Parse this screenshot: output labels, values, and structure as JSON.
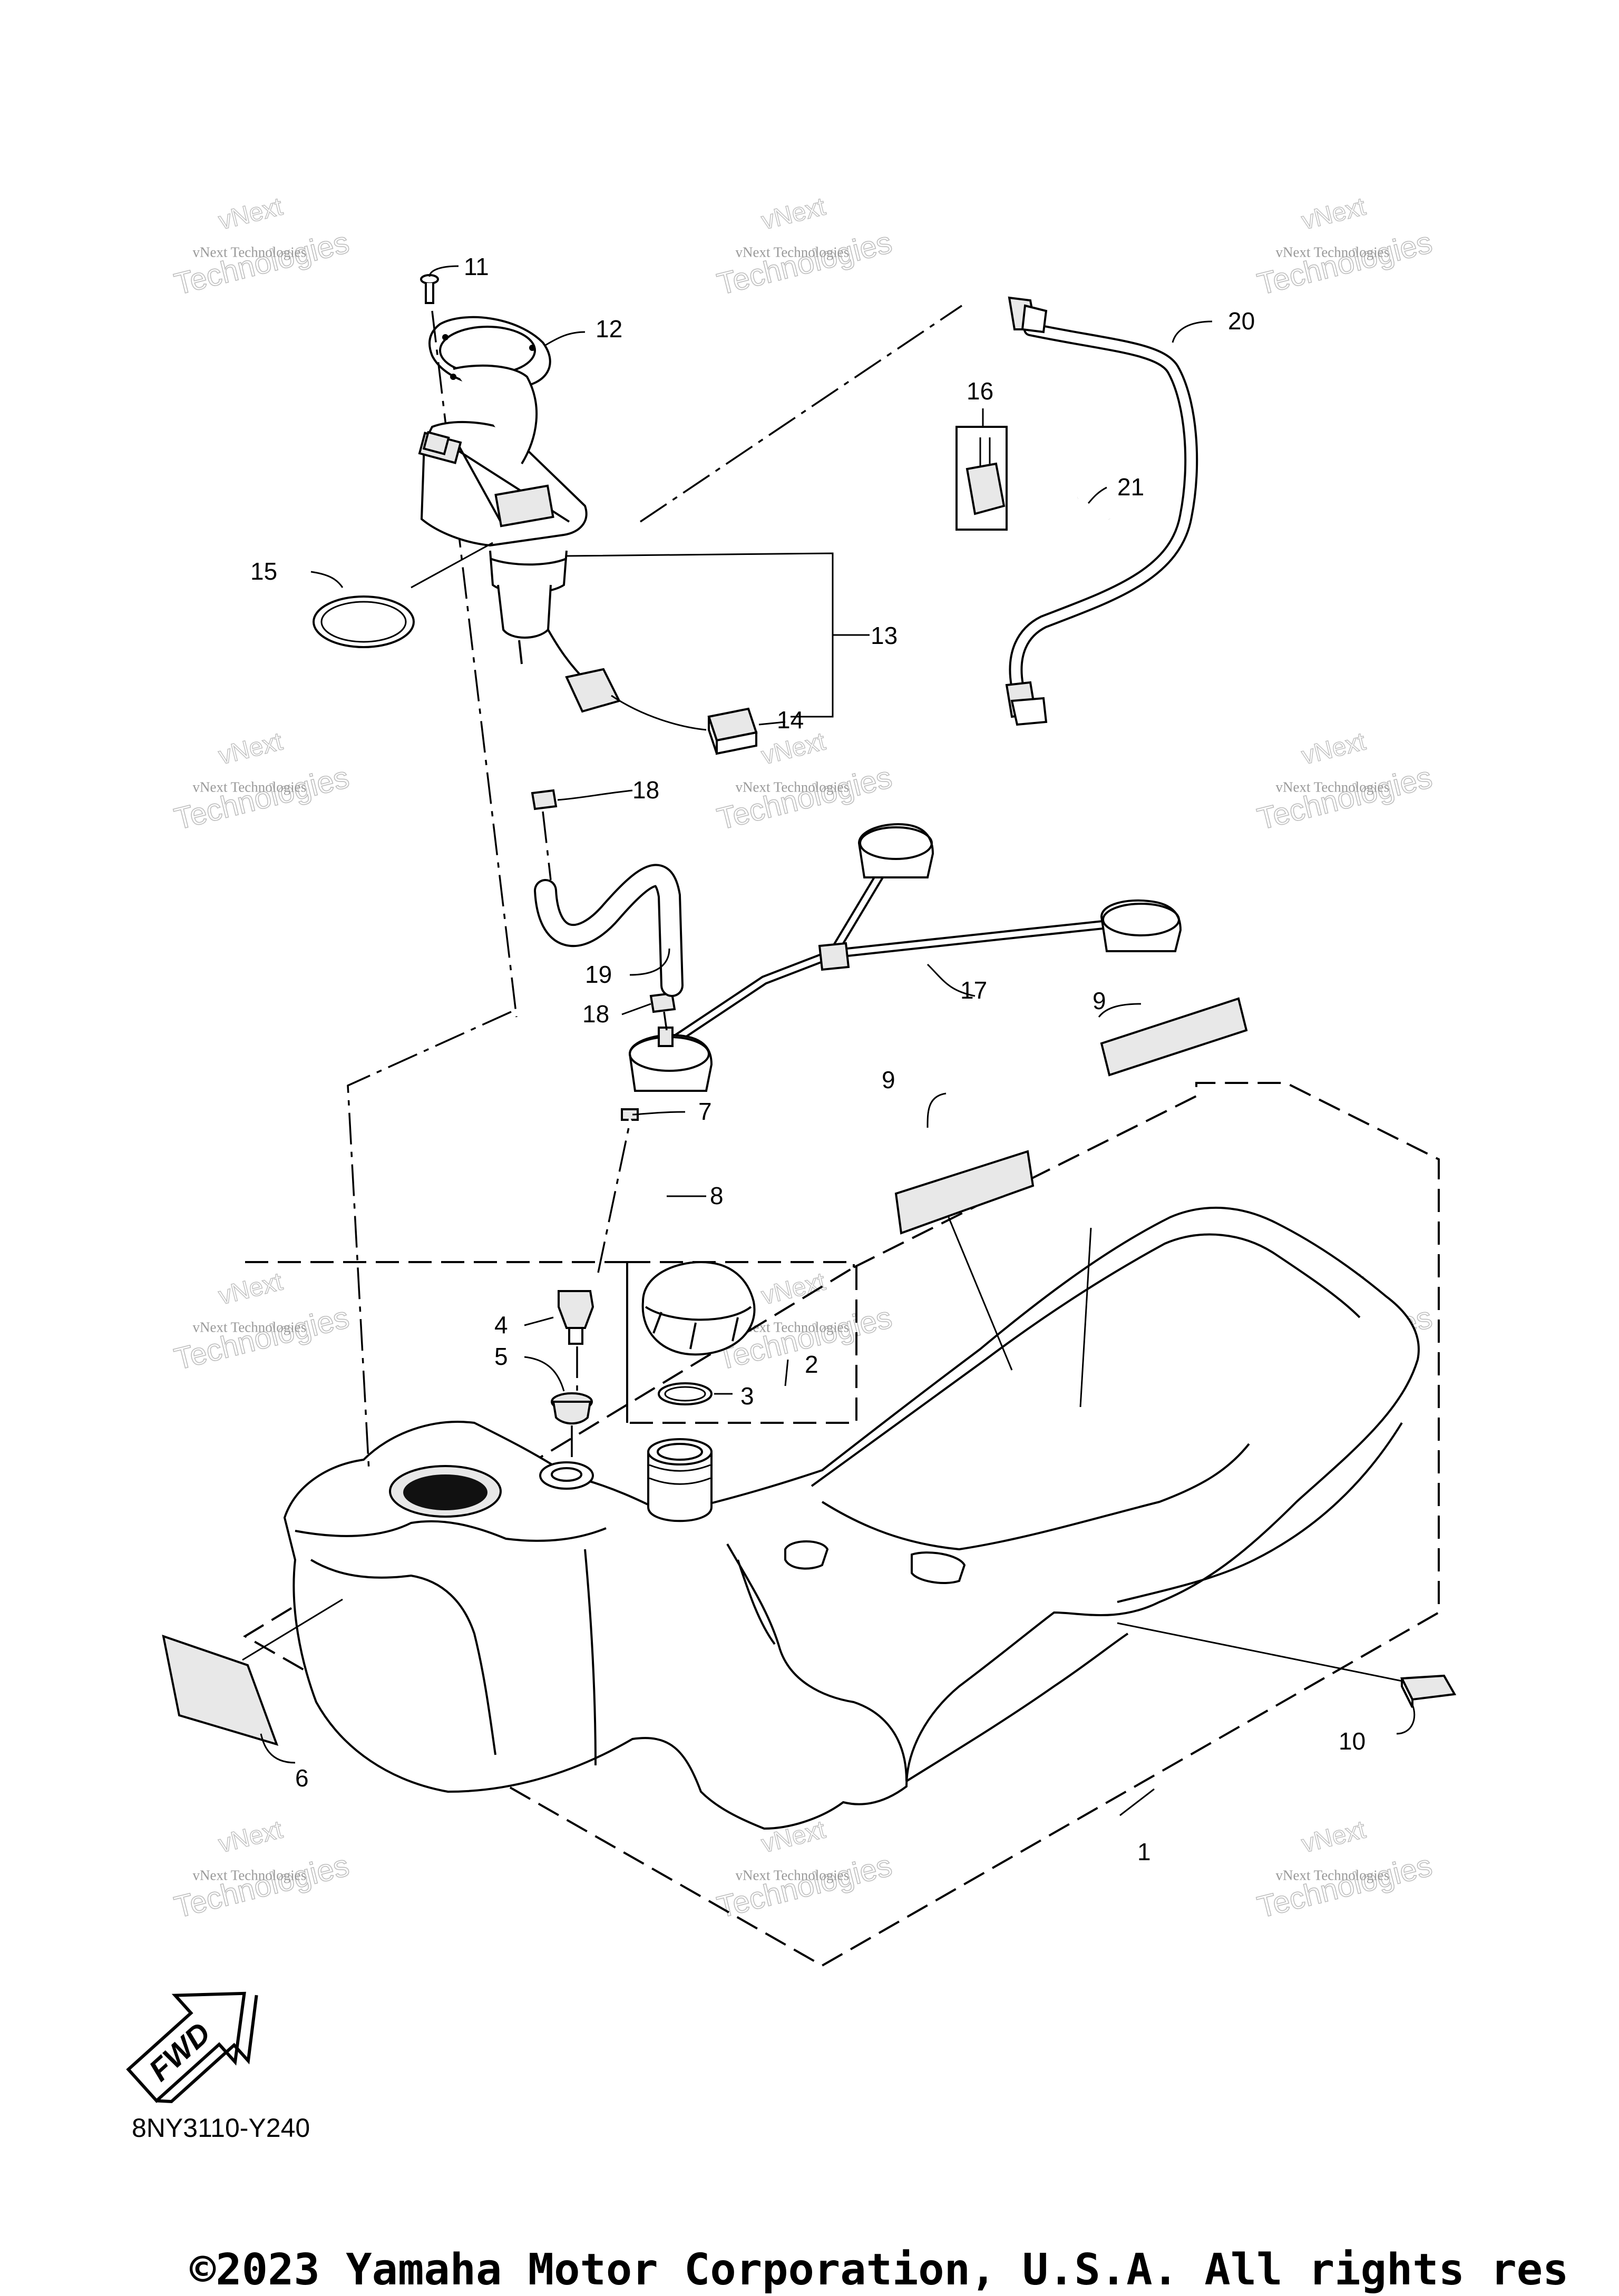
{
  "diagram_code": "8NY3110-Y240",
  "copyright": "©2023 Yamaha Motor Corporation, U.S.A. All rights res",
  "fwd_label": "FWD",
  "watermark": {
    "line1": "vNext Technologies",
    "line2": "Technologies",
    "line3": "vNext"
  },
  "callouts": {
    "c1": "1",
    "c2": "2",
    "c3": "3",
    "c4": "4",
    "c5": "5",
    "c6": "6",
    "c7": "7",
    "c8": "8",
    "c9a": "9",
    "c9b": "9",
    "c10": "10",
    "c11": "11",
    "c12": "12",
    "c13": "13",
    "c14": "14",
    "c15": "15",
    "c16": "16",
    "c17": "17",
    "c18a": "18",
    "c18b": "18",
    "c19": "19",
    "c20": "20",
    "c21": "21"
  }
}
